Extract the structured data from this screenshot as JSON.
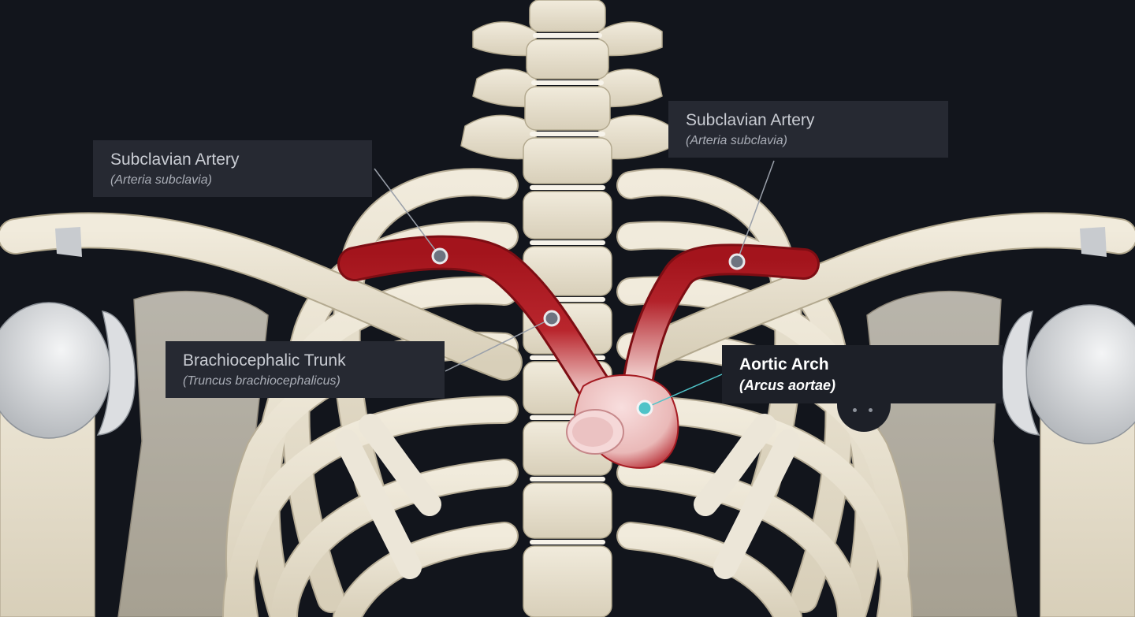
{
  "labels": {
    "subclavian_left": {
      "name": "Subclavian Artery",
      "latin": "(Arteria subclavia)"
    },
    "subclavian_right": {
      "name": "Subclavian Artery",
      "latin": "(Arteria subclavia)"
    },
    "brachiocephalic": {
      "name": "Brachiocephalic Trunk",
      "latin": "(Truncus brachiocephalicus)"
    },
    "aortic_arch": {
      "name": "Aortic Arch",
      "latin": "(Arcus aortae)"
    }
  },
  "colors": {
    "background": "#12151c",
    "bone": "#e7e0cf",
    "artery": "#a3141c",
    "aorta_light": "#f0cfcd",
    "label_bg": "#262932",
    "active_pin": "#4fc3c8",
    "pin": "#6d7380"
  },
  "icons": {
    "more": "more-options-icon"
  }
}
